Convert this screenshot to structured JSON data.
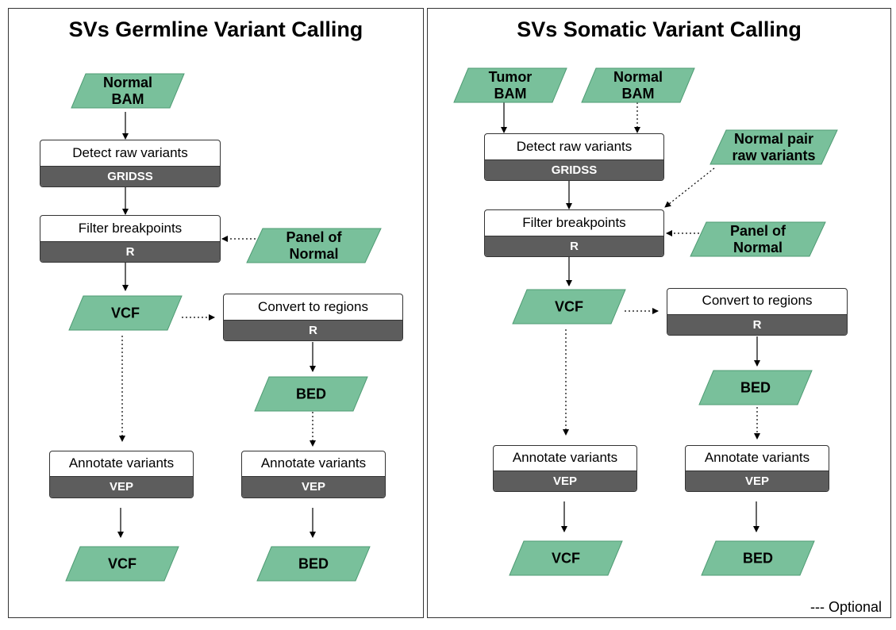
{
  "germline": {
    "title": "SVs Germline Variant Calling",
    "normal_bam": {
      "line1": "Normal",
      "line2": "BAM"
    },
    "detect": {
      "label": "Detect raw variants",
      "tool": "GRIDSS"
    },
    "filter": {
      "label": "Filter breakpoints",
      "tool": "R"
    },
    "panel_of_normal": {
      "line1": "Panel of",
      "line2": "Normal"
    },
    "vcf": "VCF",
    "convert": {
      "label": "Convert to regions",
      "tool": "R"
    },
    "bed": "BED",
    "annotate_vcf": {
      "label": "Annotate variants",
      "tool": "VEP"
    },
    "annotate_bed": {
      "label": "Annotate variants",
      "tool": "VEP"
    },
    "out_vcf": "VCF",
    "out_bed": "BED"
  },
  "somatic": {
    "title": "SVs Somatic Variant Calling",
    "tumor_bam": {
      "line1": "Tumor",
      "line2": "BAM"
    },
    "normal_bam": {
      "line1": "Normal",
      "line2": "BAM"
    },
    "normal_pair": {
      "line1": "Normal pair",
      "line2": "raw variants"
    },
    "detect": {
      "label": "Detect raw variants",
      "tool": "GRIDSS"
    },
    "filter": {
      "label": "Filter breakpoints",
      "tool": "R"
    },
    "panel_of_normal": {
      "line1": "Panel of",
      "line2": "Normal"
    },
    "vcf": "VCF",
    "convert": {
      "label": "Convert to regions",
      "tool": "R"
    },
    "bed": "BED",
    "annotate_vcf": {
      "label": "Annotate variants",
      "tool": "VEP"
    },
    "annotate_bed": {
      "label": "Annotate variants",
      "tool": "VEP"
    },
    "out_vcf": "VCF",
    "out_bed": "BED"
  },
  "legend": "--- Optional",
  "colors": {
    "data_fill": "#79c09b",
    "data_stroke": "#4e9b73",
    "tool_bar": "#5d5d5d"
  }
}
